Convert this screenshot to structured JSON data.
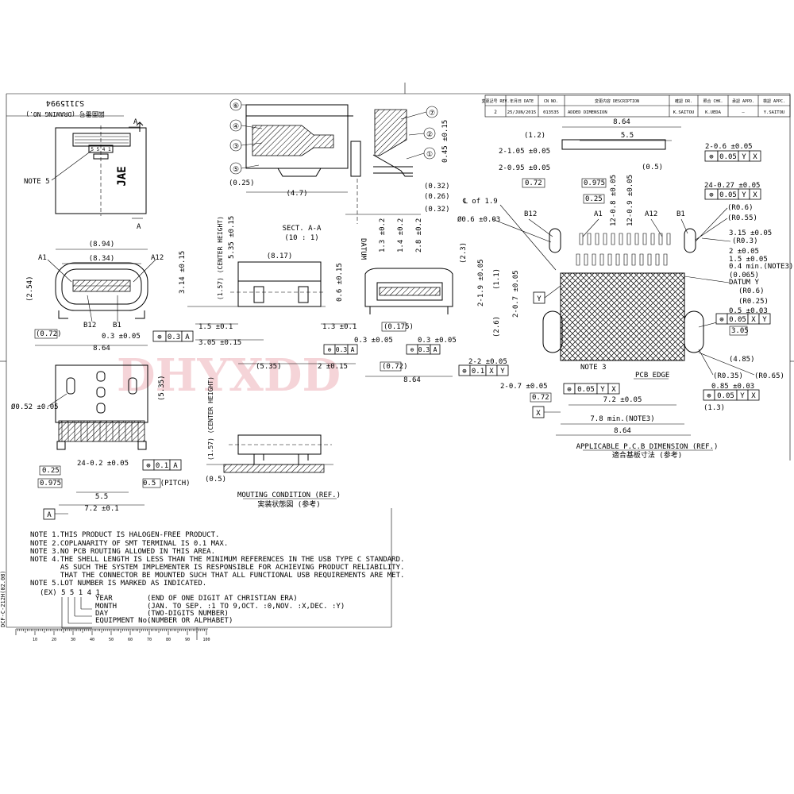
{
  "drawing_no": {
    "label": "図面番号 (DRAWING NO.)",
    "number": "SJ115994"
  },
  "revision_table": {
    "headers": [
      "変更記号 REV.",
      "年月日 DATE",
      "CN NO.",
      "変更内容 DESCRIPTION",
      "確認 DR.",
      "照合 CHK.",
      "承認 APPD.",
      "検認 APPC."
    ],
    "row": [
      "2",
      "25/JUN/2015",
      "013535",
      "ADDED DIMENSION",
      "K.SAITOU",
      "K.UEDA",
      "—",
      "Y.SAITOU"
    ]
  },
  "watermark": "DHYXDD",
  "top_view": {
    "section_mark": "A",
    "marking": "JAE",
    "lot_code": "5 5 4 1",
    "note5": "NOTE 5"
  },
  "section_aa": {
    "callouts": [
      "①",
      "②",
      "③",
      "④",
      "⑤",
      "⑥",
      "⑦"
    ],
    "title": "SECT. A-A",
    "scale": "(10 : 1)",
    "datum": "DATUM",
    "dims": [
      "(0.25)",
      "(4.7)",
      "(0.32)",
      "(0.26)",
      "(0.32)",
      "0.45 ±0.15",
      "1.3 ±0.2",
      "1.4 ±0.2",
      "2.8 ±0.2"
    ]
  },
  "front_view": {
    "labels": [
      "A1",
      "A12",
      "B12",
      "B1"
    ],
    "dims": [
      "(8.94)",
      "(8.34)",
      "(2.54)",
      "(0.72)",
      "8.64",
      "0.3 ±0.05"
    ],
    "fcf": [
      "⊕",
      "0.3",
      "A"
    ]
  },
  "side_view": {
    "dims": [
      "3.14 ±0.15",
      "(1.57) (CENTER HEIGHT)",
      "5.35 ±0.15",
      "(8.17)",
      "0.6 ±0.15",
      "1.5 ±0.1",
      "1.3 ±0.1",
      "3.05 ±0.15"
    ]
  },
  "end_view": {
    "dims": [
      "(0.175)",
      "0.3 ±0.05",
      "0.3 ±0.05",
      "(0.72)",
      "8.64"
    ],
    "fcf": [
      "⊕",
      "0.3",
      "A"
    ]
  },
  "misc_dims": [
    "(5.35)",
    "2 ±0.15"
  ],
  "bottom_view": {
    "dims": [
      "(5.35)",
      "Ø0.52 ±0.05",
      "0.25",
      "24-0.2 ±0.05",
      "0.975",
      "5.5",
      "0.5 (PITCH)",
      "7.2 ±0.1"
    ],
    "datum": "A",
    "fcf": [
      "⊕",
      "0.1",
      "A"
    ]
  },
  "mounting": {
    "dims": [
      "(1.57) (CENTER HEIGHT)",
      "(0.5)"
    ],
    "title": "MOUTING CONDITION (REF.)",
    "title_jp": "実装状態図 (参考)"
  },
  "pcb": {
    "dims_top": [
      "8.64",
      "(1.2)",
      "5.5",
      "2-1.05 ±0.05",
      "2-0.95 ±0.05",
      "0.72",
      "0.975",
      "0.25",
      "(0.5)",
      "12-0.8 ±0.05",
      "12-0.9 ±0.05",
      "2-0.6 ±0.05",
      "24-0.27 ±0.05"
    ],
    "fcf1": [
      "⊕",
      "0.05",
      "Y",
      "X"
    ],
    "fcf2": [
      "⊕",
      "0.05",
      "Y",
      "X"
    ],
    "labels": [
      "℄ of 1.9",
      "Ø0.6 ±0.03",
      "B12",
      "A1",
      "A12",
      "B1"
    ],
    "right_dims": [
      "(R0.6)",
      "(R0.55)",
      "3.15 ±0.05",
      "(R0.3)",
      "2 ±0.05",
      "1.5 ±0.05",
      "0.4 min.(NOTE3)",
      "(0.065)",
      "DATUM Y",
      "(R0.6)",
      "(R0.25)",
      "0.5 ±0.03",
      "3.05",
      "(4.85)",
      "(R0.35)",
      "(R0.65)",
      "0.85 ±0.03",
      "(1.3)"
    ],
    "left_dims": [
      "(2.3)",
      "2-1.9 ±0.05",
      "(1.1)",
      "2-0.7 ±0.05",
      "(2.6)",
      "2-2 ±0.05",
      "2-0.7 ±0.05",
      "0.72"
    ],
    "fcf3": [
      "⊕",
      "0.05",
      "X",
      "Y"
    ],
    "fcf4": [
      "⊕",
      "0.1",
      "X",
      "Y"
    ],
    "fcf5": [
      "⊕",
      "0.05",
      "Y",
      "X"
    ],
    "fcf6": [
      "⊕",
      "0.05",
      "Y",
      "X"
    ],
    "datum_y": "Y",
    "datum_x": "X",
    "note3": "NOTE 3",
    "pcb_edge": "PCB EDGE",
    "bottom_dims": [
      "7.2 ±0.05",
      "7.8 min.(NOTE3)",
      "8.64"
    ],
    "title": "APPLICABLE P.C.B DIMENSION (REF.)",
    "title_jp": "適合基板寸法 (参考)"
  },
  "notes": [
    "NOTE 1.THIS PRODUCT IS HALOGEN-FREE PRODUCT.",
    "NOTE 2.COPLANARITY OF SMT TERMINAL IS 0.1 MAX.",
    "NOTE 3.NO PCB ROUTING ALLOWED IN THIS AREA.",
    "NOTE 4.THE SHELL LENGTH IS LESS THAN THE MINIMUM REFERENCES IN THE USB TYPE C STANDARD.",
    "       AS SUCH THE SYSTEM IMPLEMENTER IS RESPONSIBLE FOR ACHIEVING PRODUCT RELIABILITY.",
    "       THAT THE CONNECTOR BE MOUNTED SUCH THAT ALL FUNCTIONAL USB REQUIREMENTS ARE MET.",
    "NOTE 5.LOT NUMBER IS MARKED AS INDICATED."
  ],
  "lot_example": {
    "ex": "(EX) 5 5 1 4 1",
    "items": [
      {
        "field": "YEAR",
        "desc": "(END OF ONE DIGIT AT CHRISTIAN ERA)"
      },
      {
        "field": "MONTH",
        "desc": "(JAN. TO SEP. :1 TO 9,OCT. :0,NOV. :X,DEC. :Y)"
      },
      {
        "field": "DAY",
        "desc": "(TWO-DIGITS NUMBER)"
      },
      {
        "field": "EQUIPMENT No.",
        "desc": "(NUMBER OR ALPHABET)"
      }
    ]
  },
  "form_code": "DCF-C-212H(02.08)",
  "ruler_labels": [
    "10",
    "20",
    "30",
    "40",
    "50",
    "60",
    "70",
    "80",
    "90",
    "100"
  ]
}
